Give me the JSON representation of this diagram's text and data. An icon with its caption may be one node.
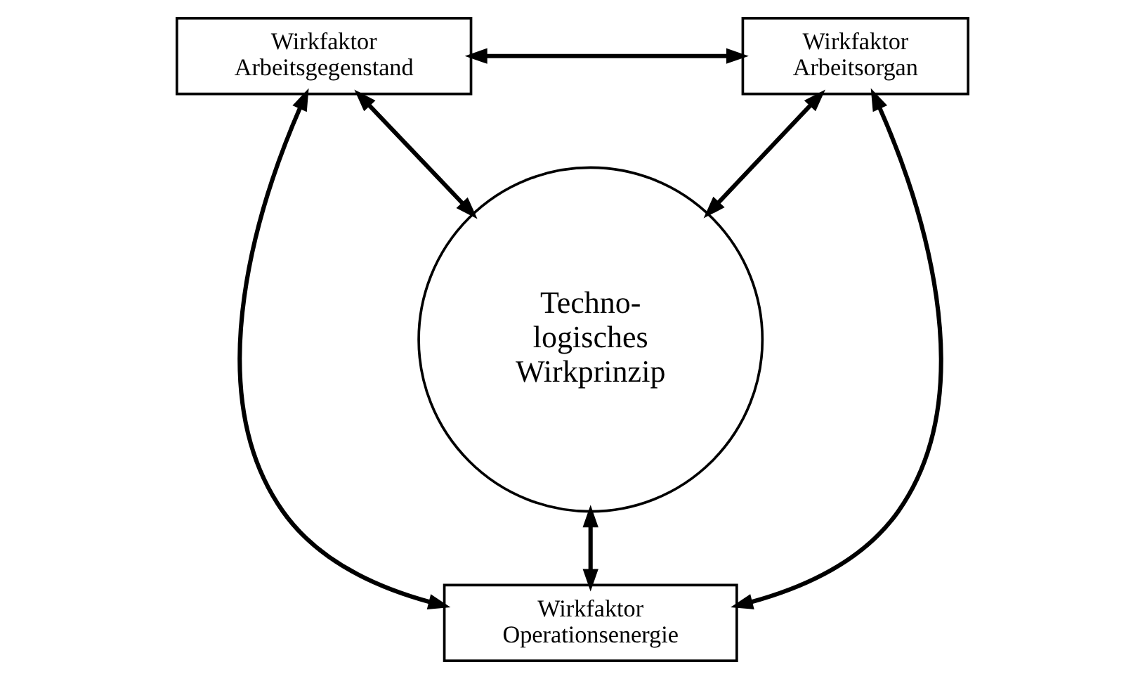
{
  "diagram": {
    "nodes": [
      {
        "text": [
          "Wirkfaktor Arbeitsgegenstand"
        ]
      },
      {
        "text": [
          "Wirkfaktor Arbeitsorgan"
        ]
      },
      {
        "text": [
          "Techno- logisches Wirkprinzip"
        ]
      },
      {
        "text": [
          "Wirkfaktor Operationsenergie"
        ]
      }
    ],
    "edges": [
      {
        "from": 0,
        "to": 1,
        "arrow": "both"
      },
      {
        "from": 0,
        "to": 2,
        "arrow": "both"
      },
      {
        "from": 1,
        "to": 2,
        "arrow": "both"
      },
      {
        "from": 0,
        "to": 3,
        "arrow": "both"
      },
      {
        "from": 1,
        "to": 3,
        "arrow": "both"
      },
      {
        "from": 2,
        "to": 3,
        "arrow": "both"
      }
    ]
  }
}
